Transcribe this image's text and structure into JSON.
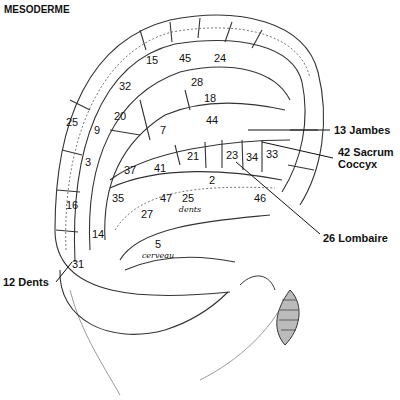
{
  "diagram": {
    "title": "MESODERME",
    "labels": [
      "13 Jambes",
      "42 Sacrum Coccyx",
      "26 Lombaire",
      "12 Dents",
      "15",
      "45",
      "24",
      "28",
      "32",
      "18",
      "44",
      "7",
      "20",
      "25",
      "9",
      "3",
      "37",
      "41",
      "21",
      "23",
      "34",
      "33",
      "16",
      "35",
      "14",
      "31",
      "47",
      "25",
      "dents",
      "2",
      "27",
      "5",
      "cerveau",
      "46"
    ]
  }
}
